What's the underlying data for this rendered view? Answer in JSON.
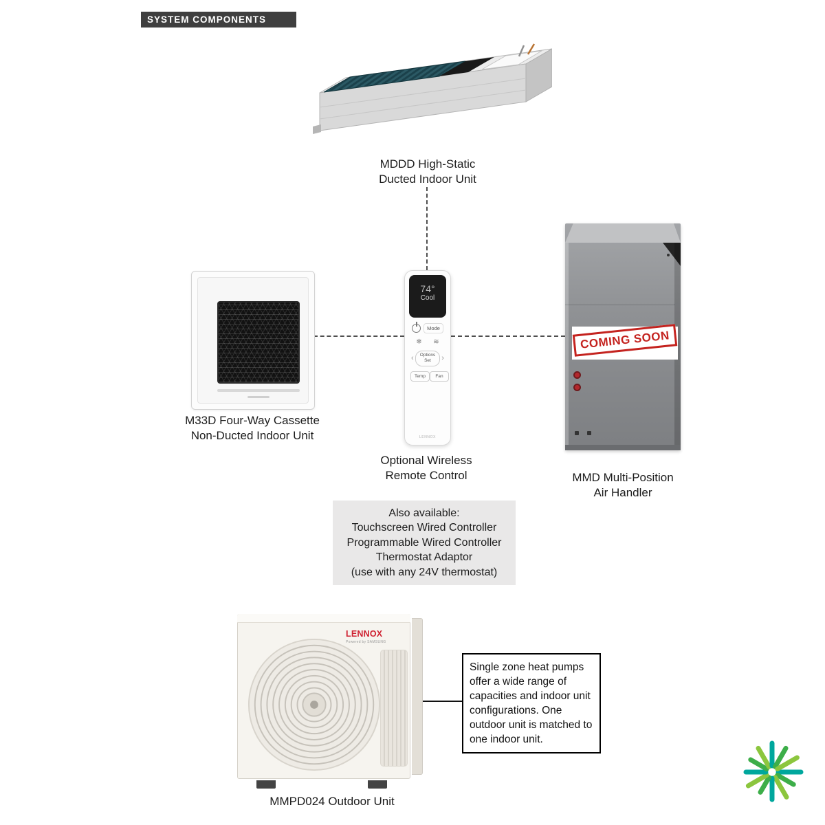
{
  "header": {
    "title": "SYSTEM COMPONENTS"
  },
  "ducted_unit": {
    "label_line1": "MDDD High-Static",
    "label_line2": "Ducted Indoor Unit"
  },
  "cassette_unit": {
    "label_line1": "M33D Four-Way Cassette",
    "label_line2": "Non-Ducted Indoor Unit"
  },
  "remote": {
    "label_line1": "Optional Wireless",
    "label_line2": "Remote Control",
    "screen": {
      "temp": "74°",
      "mode": "Cool"
    },
    "buttons": {
      "mode": "Mode",
      "icon_left": "❄",
      "icon_right": "≋",
      "arrow_left": "‹",
      "arrow_right": "›",
      "options": "Options",
      "set": "Set",
      "temp": "Temp",
      "fan": "Fan"
    },
    "brand": "LENNOX"
  },
  "air_handler": {
    "label_line1": "MMD Multi-Position",
    "label_line2": "Air Handler",
    "stamp": "COMING SOON"
  },
  "also_available": {
    "lines": [
      "Also available:",
      "Touchscreen Wired Controller",
      "Programmable Wired Controller",
      "Thermostat Adaptor",
      "(use with any 24V thermostat)"
    ]
  },
  "outdoor_unit": {
    "label": "MMPD024 Outdoor Unit",
    "brand": "LENNOX",
    "sub_brand": "Powered by SAMSUNG"
  },
  "note": {
    "text": "Single zone heat pumps offer a wide range of capacities and indoor unit configurations. One outdoor unit is matched to one indoor unit."
  },
  "colors": {
    "header_bg": "#3f3f3f",
    "stamp_red": "#c4231f",
    "brand_red": "#cf2030",
    "spark_teal": "#00a79d",
    "spark_green": "#3dae49",
    "spark_lime": "#8cc63e"
  }
}
